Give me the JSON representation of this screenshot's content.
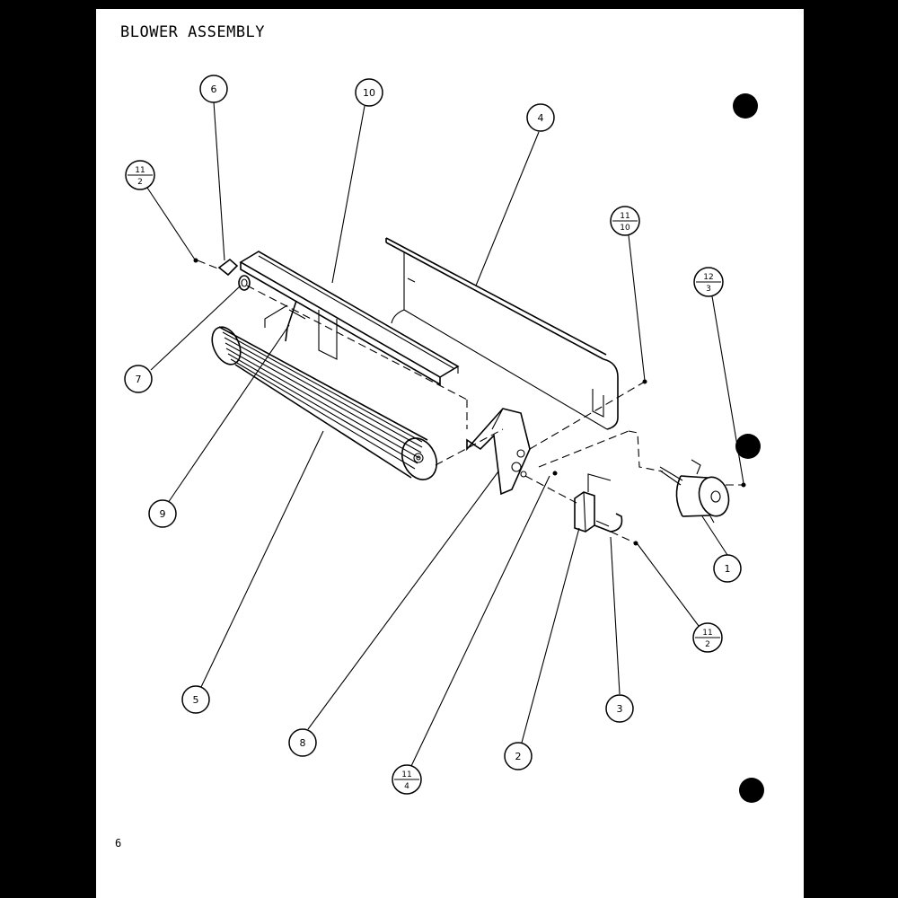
{
  "title": "BLOWER ASSEMBLY",
  "page_number": "6",
  "callouts": {
    "c1": "1",
    "c2": "2",
    "c3": "3",
    "c4": "4",
    "c5": "5",
    "c6": "6",
    "c7": "7",
    "c8": "8",
    "c9": "9",
    "c10": "10",
    "ref_11_2_a": {
      "top": "11",
      "bottom": "2"
    },
    "ref_11_10": {
      "top": "11",
      "bottom": "10"
    },
    "ref_12_3": {
      "top": "12",
      "bottom": "3"
    },
    "ref_11_2_b": {
      "top": "11",
      "bottom": "2"
    },
    "ref_11_4": {
      "top": "11",
      "bottom": "4"
    }
  },
  "colors": {
    "ink": "#000000",
    "paper": "#ffffff",
    "background": "#000000"
  }
}
